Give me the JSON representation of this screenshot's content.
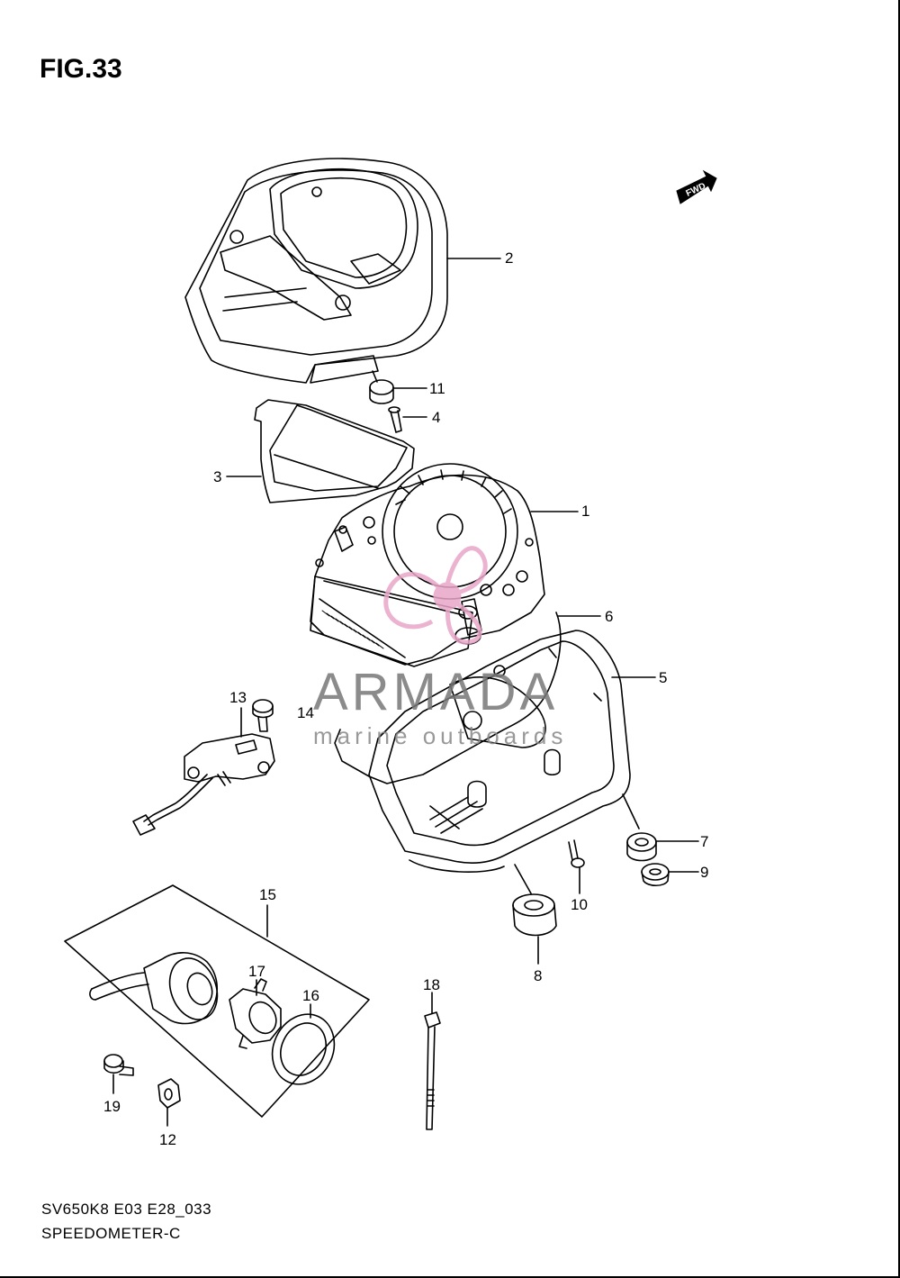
{
  "figure": {
    "title": "FIG.33"
  },
  "footer": {
    "model_code": "SV650K8 E03 E28_033",
    "section_name": "SPEEDOMETER-C"
  },
  "fwd_badge": {
    "label": "FWD",
    "icon": "forward-arrow-icon"
  },
  "watermark": {
    "title": "ARMADA",
    "subtitle": "marine outboards",
    "logo_color": "#e9a6c9",
    "text_color": "#777777"
  },
  "callouts": [
    {
      "id": "c1",
      "label": "1"
    },
    {
      "id": "c2",
      "label": "2"
    },
    {
      "id": "c3",
      "label": "3"
    },
    {
      "id": "c4",
      "label": "4"
    },
    {
      "id": "c5",
      "label": "5"
    },
    {
      "id": "c6",
      "label": "6"
    },
    {
      "id": "c7",
      "label": "7"
    },
    {
      "id": "c8",
      "label": "8"
    },
    {
      "id": "c9",
      "label": "9"
    },
    {
      "id": "c10",
      "label": "10"
    },
    {
      "id": "c11",
      "label": "11"
    },
    {
      "id": "c12",
      "label": "12"
    },
    {
      "id": "c13",
      "label": "13"
    },
    {
      "id": "c14",
      "label": "14"
    },
    {
      "id": "c15",
      "label": "15"
    },
    {
      "id": "c16",
      "label": "16"
    },
    {
      "id": "c17",
      "label": "17"
    },
    {
      "id": "c18",
      "label": "18"
    },
    {
      "id": "c19",
      "label": "19"
    }
  ]
}
